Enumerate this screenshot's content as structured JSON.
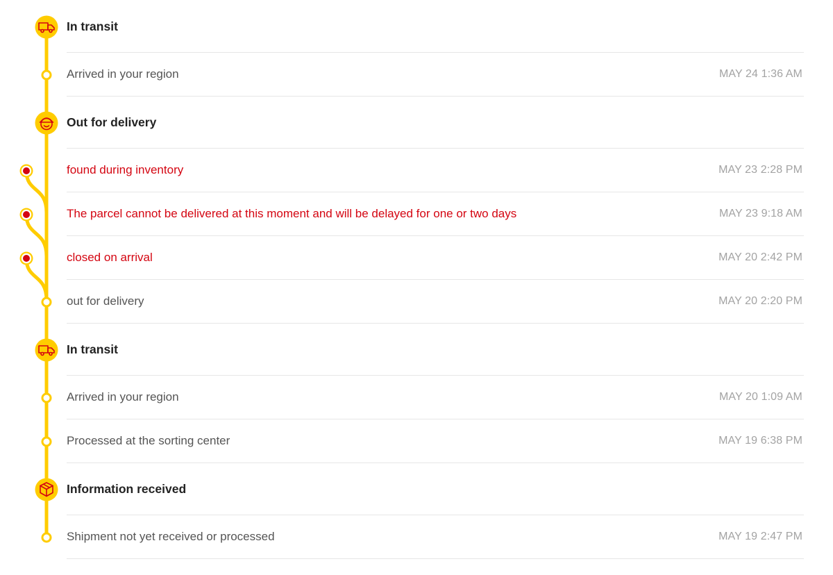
{
  "colors": {
    "accent": "#ffcc00",
    "exception": "#d40511",
    "icon": "#d40511",
    "separator": "#e6e6e6",
    "event_text": "#555555",
    "title_text": "#222222",
    "time_text": "#a3a3a3"
  },
  "groups": [
    {
      "title": "In transit",
      "icon": "truck-icon",
      "events": [
        {
          "text": "Arrived in your region",
          "time": "MAY 24 1:36 AM",
          "exception": false
        }
      ]
    },
    {
      "title": "Out for delivery",
      "icon": "courier-icon",
      "events": [
        {
          "text": "found during inventory",
          "time": "MAY 23 2:28 PM",
          "exception": true
        },
        {
          "text": "The parcel cannot be delivered at this moment and will be delayed for one or two days",
          "time": "MAY 23 9:18 AM",
          "exception": true
        },
        {
          "text": "closed on arrival",
          "time": "MAY 20 2:42 PM",
          "exception": true
        },
        {
          "text": "out for delivery",
          "time": "MAY 20 2:20 PM",
          "exception": false
        }
      ]
    },
    {
      "title": "In transit",
      "icon": "truck-icon",
      "events": [
        {
          "text": "Arrived in your region",
          "time": "MAY 20 1:09 AM",
          "exception": false
        },
        {
          "text": "Processed at the sorting center",
          "time": "MAY 19 6:38 PM",
          "exception": false
        }
      ]
    },
    {
      "title": "Information received",
      "icon": "package-icon",
      "events": [
        {
          "text": "Shipment not yet received or processed",
          "time": "MAY 19 2:47 PM",
          "exception": false
        }
      ]
    }
  ]
}
